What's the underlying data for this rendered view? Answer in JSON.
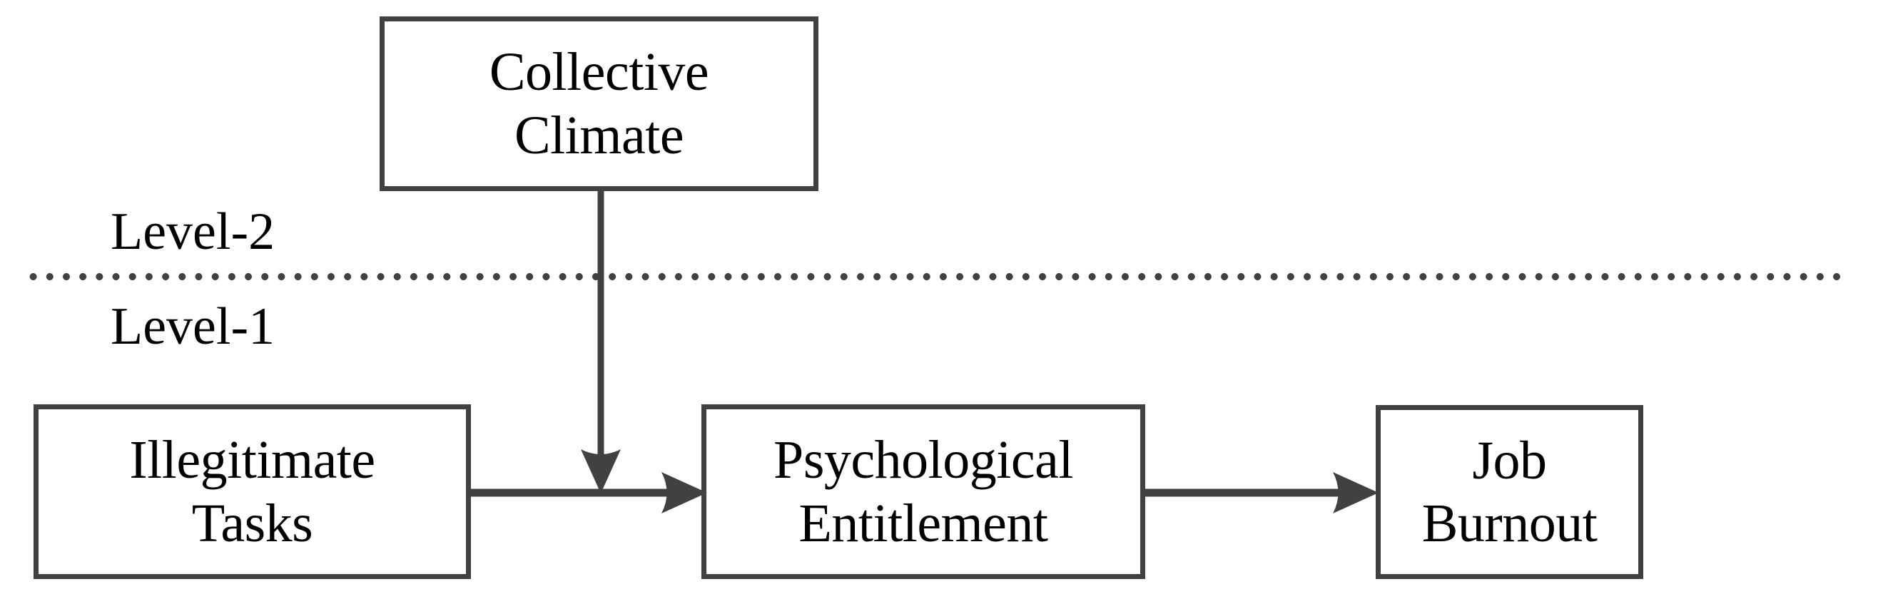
{
  "diagram": {
    "type": "conceptual-path-model",
    "levels": [
      {
        "id": "level-2",
        "label": "Level-2"
      },
      {
        "id": "level-1",
        "label": "Level-1"
      }
    ],
    "divider": {
      "name": "level-divider",
      "style": "dotted",
      "color": "#414141"
    },
    "nodes": [
      {
        "id": "collective-climate",
        "label": "Collective\nClimate",
        "level": "Level-2",
        "border_color": "#414141",
        "fill": "#ffffff",
        "text_color": "#000000"
      },
      {
        "id": "illegitimate-tasks",
        "label": "Illegitimate\nTasks",
        "level": "Level-1",
        "border_color": "#414141",
        "fill": "#ffffff",
        "text_color": "#000000"
      },
      {
        "id": "psychological-entitlement",
        "label": "Psychological\nEntitlement",
        "level": "Level-1",
        "border_color": "#414141",
        "fill": "#ffffff",
        "text_color": "#000000"
      },
      {
        "id": "job-burnout",
        "label": "Job Burnout",
        "level": "Level-1",
        "border_color": "#414141",
        "fill": "#ffffff",
        "text_color": "#000000"
      }
    ],
    "edges": [
      {
        "id": "climate-to-entitlement",
        "from": "collective-climate",
        "to": "illegitimate-tasks-to-psychological-entitlement-path",
        "direction": "vertical-down",
        "arrowhead": "filled-triangle",
        "color": "#414141",
        "role": "cross-level-moderation"
      },
      {
        "id": "tasks-to-entitlement",
        "from": "illegitimate-tasks",
        "to": "psychological-entitlement",
        "direction": "horizontal-right",
        "arrowhead": "filled-triangle",
        "color": "#414141",
        "role": "direct-effect"
      },
      {
        "id": "entitlement-to-burnout",
        "from": "psychological-entitlement",
        "to": "job-burnout",
        "direction": "horizontal-right",
        "arrowhead": "filled-triangle",
        "color": "#414141",
        "role": "direct-effect"
      }
    ]
  }
}
